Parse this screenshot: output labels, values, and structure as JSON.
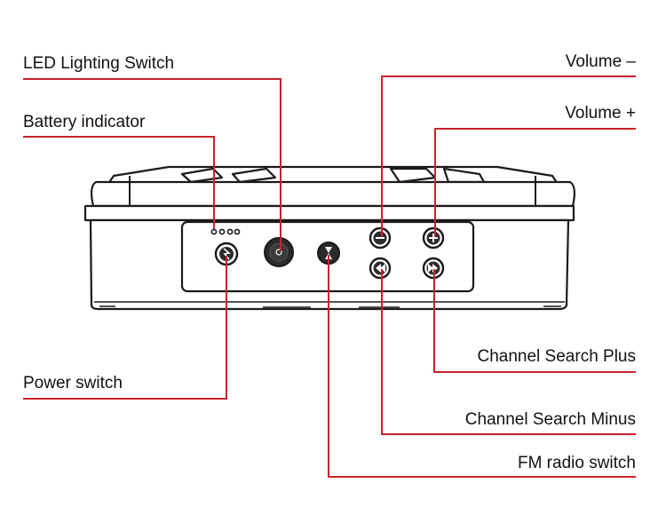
{
  "labels": {
    "led_lighting_switch": "LED Lighting Switch",
    "battery_indicator": "Battery indicator",
    "power_switch": "Power switch",
    "volume_minus": "Volume –",
    "volume_plus": "Volume +",
    "channel_search_plus": "Channel Search Plus",
    "channel_search_minus": "Channel Search Minus",
    "fm_radio_switch": "FM radio switch"
  },
  "colors": {
    "leader_line": "#c8232c",
    "device_outline": "#1a1a1a",
    "device_fill": "#ffffff",
    "button_fill": "#2b2b2b"
  },
  "icons": {
    "power_button": "power-icon",
    "led_button": "led-icon",
    "fm_button": "fm-icon",
    "volume_minus_button": "minus-icon",
    "volume_plus_button": "plus-icon",
    "channel_minus_button": "previous-icon",
    "channel_plus_button": "next-icon"
  }
}
